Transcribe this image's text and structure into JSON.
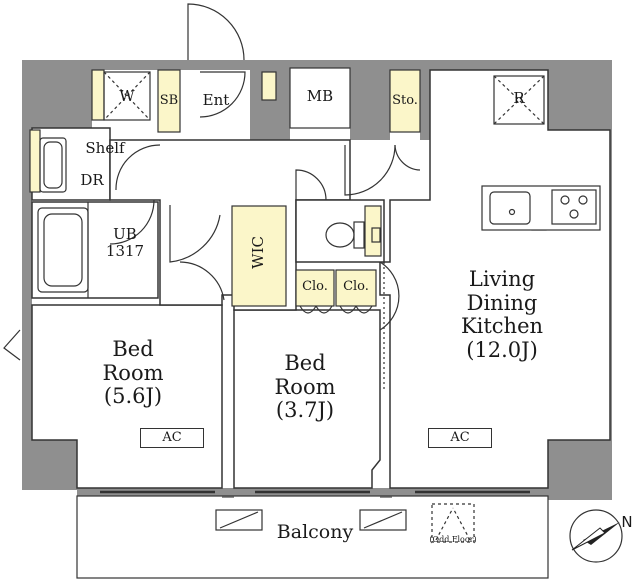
{
  "rooms": {
    "bed1": {
      "line1": "Bed",
      "line2": "Room",
      "line3": "(5.6J)",
      "ac": "AC"
    },
    "bed2": {
      "line1": "Bed",
      "line2": "Room",
      "line3": "(3.7J)"
    },
    "ldk": {
      "line1": "Living",
      "line2": "Dining",
      "line3": "Kitchen",
      "line4": "(12.0J)",
      "ac": "AC"
    },
    "ub": {
      "line1": "UB",
      "line2": "1317"
    },
    "dr": "DR",
    "shelf": "Shelf",
    "wic": "WIC",
    "clo1": "Clo.",
    "clo2": "Clo.",
    "mb": "MB",
    "sto": "Sto.",
    "sb": "SB",
    "ent": "Ent",
    "w": "W",
    "r": "R",
    "balcony": "Balcony",
    "odd_floor": "(Odd Floor)",
    "north": "N"
  },
  "colors": {
    "wall": "#8f8f8f",
    "storage": "#fbf6c9",
    "line": "#333333"
  }
}
